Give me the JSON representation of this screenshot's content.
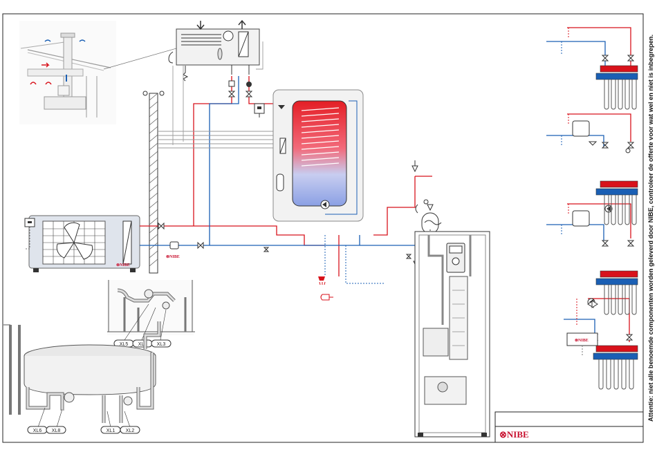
{
  "colors": {
    "supply": "#d8121b",
    "return": "#1a5fb4",
    "accent": "#c8102e",
    "cable": "#9a9a9a"
  },
  "brand": {
    "logo_outdoor_unit": "⊗NIBE",
    "logo_pipe_marker": "⊗NIBE",
    "logo_sensor_box": "⊗NIBE",
    "logo_title_block": "⊗NIBE"
  },
  "connection_labels": {
    "top_group": [
      "XL5",
      "XL4",
      "XL3"
    ],
    "bottom_left": [
      "XL6",
      "XL8"
    ],
    "bottom_right": [
      "XL1",
      "XL2"
    ]
  },
  "side_note": "Attentie: niet alle benoemde componenten worden geleverd door NIBE, controleer de offerte voor wat wel en niet is inbegrepen.",
  "title_block": {
    "row1": "",
    "row2": ""
  },
  "icons": [
    "roof-ventilation-icon",
    "ventilation-unit-icon",
    "outdoor-heat-pump-icon",
    "hot-water-tank-icon",
    "indoor-module-icon",
    "underfloor-manifold-icon",
    "shut-off-valve-icon",
    "circulation-pump-icon",
    "expansion-vessel-icon",
    "safety-valve-icon",
    "room-thermostat-icon",
    "shower-icon",
    "filling-valve-icon"
  ]
}
